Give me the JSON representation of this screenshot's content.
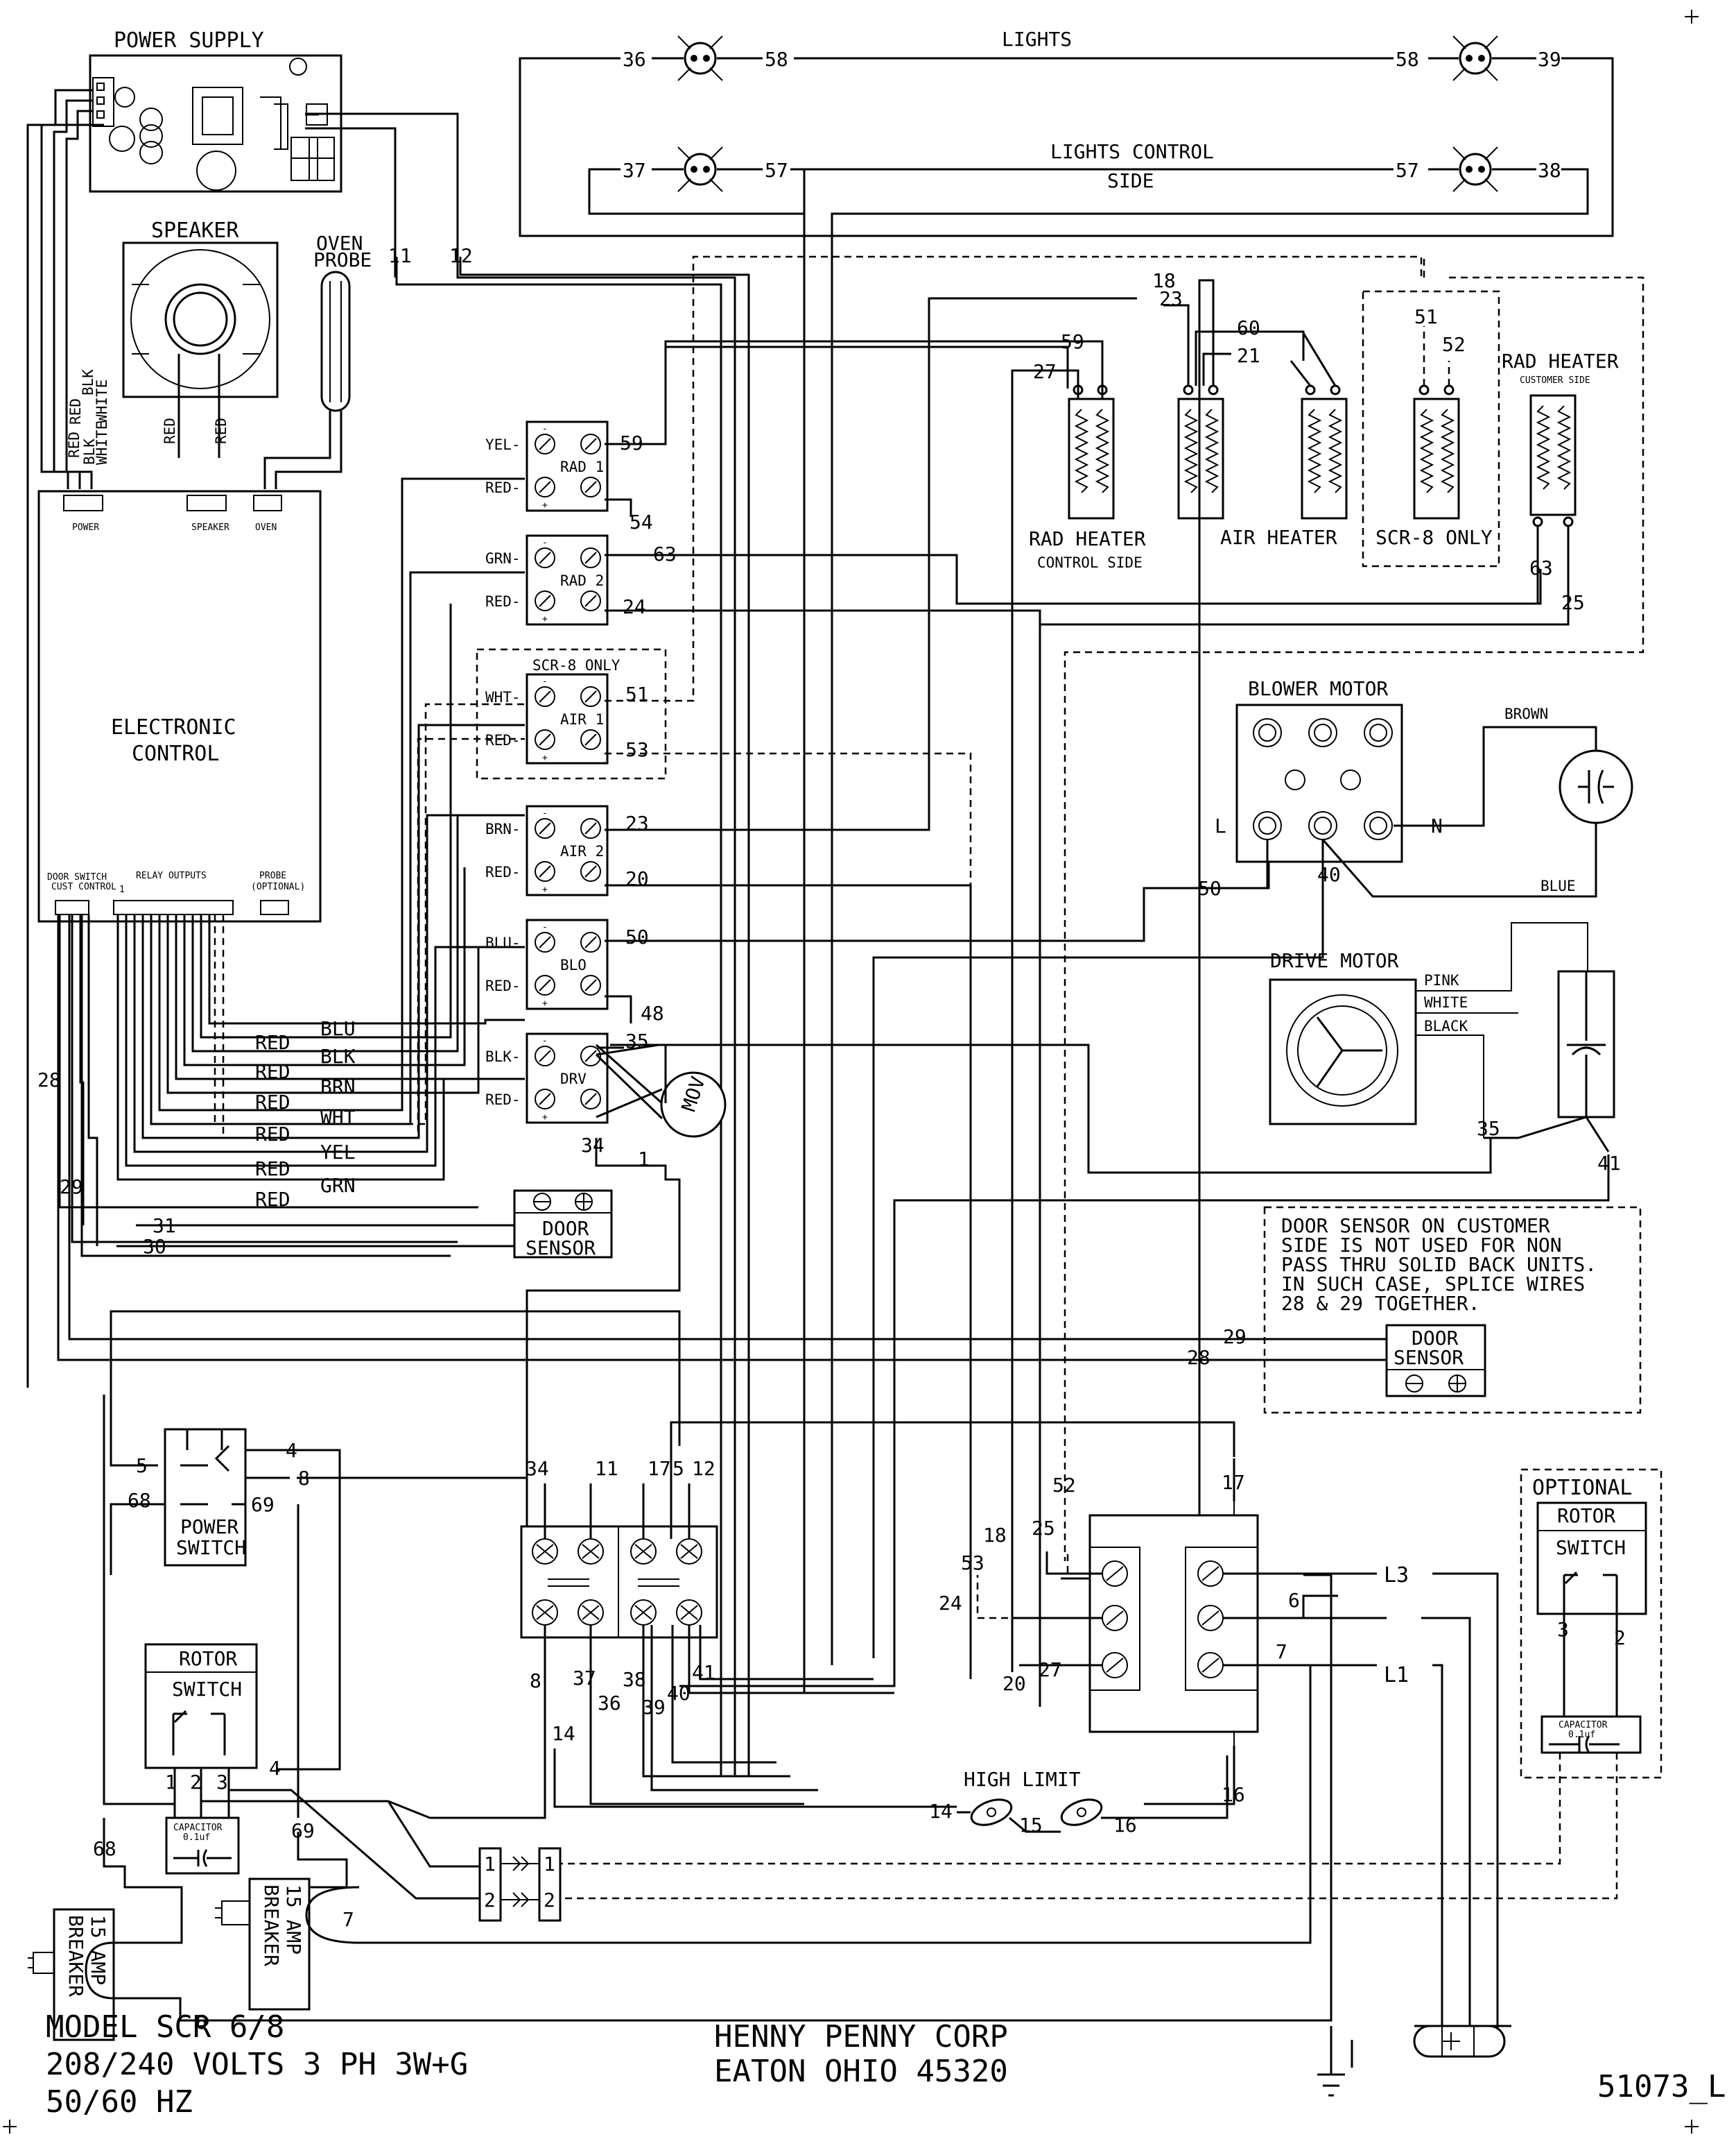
{
  "components": {
    "power_supply": "POWER SUPPLY",
    "speaker": "SPEAKER",
    "oven_probe": [
      "OVEN",
      "PROBE"
    ],
    "electronic_control": [
      "ELECTRONIC",
      "CONTROL"
    ],
    "control_connectors": {
      "power": "POWER",
      "speaker": "SPEAKER",
      "oven": "OVEN",
      "door_switch": [
        "DOOR SWITCH",
        "CUST CONTROL"
      ],
      "relay_outputs": "RELAY OUTPUTS",
      "probe": [
        "PROBE",
        "(OPTIONAL)"
      ],
      "pin1": "1"
    },
    "lights": "LIGHTS",
    "lights_control_side": [
      "LIGHTS CONTROL",
      "SIDE"
    ],
    "rad_heater_control": [
      "RAD HEATER",
      "CONTROL SIDE"
    ],
    "air_heater": "AIR HEATER",
    "scr8_only": "SCR-8 ONLY",
    "rad_heater_customer": [
      "RAD HEATER",
      "CUSTOMER SIDE"
    ],
    "blower_motor": "BLOWER MOTOR",
    "drive_motor": "DRIVE MOTOR",
    "mov": "MOV",
    "door_sensor": [
      "DOOR",
      "SENSOR"
    ],
    "door_note": [
      "DOOR SENSOR ON CUSTOMER",
      "SIDE IS NOT USED FOR NON",
      "PASS THRU SOLID BACK UNITS.",
      "IN SUCH CASE, SPLICE WIRES",
      "28 & 29 TOGETHER."
    ],
    "power_switch": [
      "POWER",
      "SWITCH"
    ],
    "rotor_switch": [
      "ROTOR",
      "SWITCH"
    ],
    "optional": "OPTIONAL",
    "capacitor": [
      "CAPACITOR",
      "0.1uf"
    ],
    "high_limit": "HIGH LIMIT",
    "breaker": [
      "15 AMP",
      "BREAKER"
    ],
    "scr8_only_box": "SCR-8 ONLY"
  },
  "relays": [
    {
      "name": "RAD 1",
      "in": [
        "YEL",
        "RED"
      ]
    },
    {
      "name": "RAD 2",
      "in": [
        "GRN",
        "RED"
      ]
    },
    {
      "name": "AIR 1",
      "in": [
        "WHT",
        "RED"
      ]
    },
    {
      "name": "AIR 2",
      "in": [
        "BRN",
        "RED"
      ]
    },
    {
      "name": "BLO",
      "in": [
        "BLU",
        "RED"
      ]
    },
    {
      "name": "DRV",
      "in": [
        "BLK",
        "RED"
      ]
    }
  ],
  "wire_colors": {
    "power_harness": [
      "RED",
      "BLK",
      "WHITE"
    ],
    "power_harness_lower": [
      "RED",
      "BLK",
      "WHITE"
    ],
    "speaker_harness": [
      "RED",
      "RED"
    ],
    "relay_harness": [
      "BLU",
      "RED",
      "BLK",
      "RED",
      "BRN",
      "RED",
      "WHT",
      "RED",
      "YEL",
      "RED",
      "GRN",
      "RED"
    ],
    "blower": [
      "BROWN",
      "BLUE"
    ],
    "drive": [
      "PINK",
      "WHITE",
      "BLACK"
    ]
  },
  "motor_terminals": {
    "line": "L",
    "neutral": "N"
  },
  "wire_numbers": {
    "lights": [
      "36",
      "58",
      "58",
      "39",
      "37",
      "57",
      "57",
      "38"
    ],
    "supply": [
      "11",
      "12"
    ],
    "heaters": [
      "27",
      "59",
      "23",
      "18",
      "60",
      "21",
      "51",
      "52",
      "63",
      "25"
    ],
    "relay_out": [
      "59",
      "54",
      "63",
      "24",
      "51",
      "53",
      "23",
      "20",
      "50",
      "48",
      "35",
      "34",
      "1"
    ],
    "blower": [
      "50",
      "40"
    ],
    "drive": [
      "35",
      "41"
    ],
    "left": [
      "28",
      "29",
      "31",
      "30"
    ],
    "door_sensor_right": [
      "29",
      "28"
    ],
    "power_switch": [
      "5",
      "68",
      "4",
      "8",
      "69"
    ],
    "terminal_block_top": [
      "34",
      "11",
      "17",
      "5",
      "12"
    ],
    "terminal_block_bottom": [
      "8",
      "37",
      "38",
      "41",
      "36",
      "39",
      "40"
    ],
    "misc": [
      "14",
      "4",
      "68",
      "69",
      "6",
      "7",
      "17",
      "16",
      "14",
      "15",
      "16"
    ],
    "contactor": [
      "52",
      "18",
      "25",
      "53",
      "24",
      "27",
      "20",
      "6",
      "7"
    ],
    "lines": [
      "L3",
      "L1"
    ],
    "rotor": [
      "1",
      "2",
      "3"
    ],
    "opt_rotor": [
      "3",
      "2"
    ],
    "plug": [
      "1",
      "1",
      "2",
      "2"
    ]
  },
  "footer": {
    "model": "MODEL SCR 6/8",
    "voltage": "208/240 VOLTS 3 PH 3W+G",
    "freq": "50/60 HZ",
    "company": "HENNY PENNY CORP",
    "city": "EATON OHIO 45320",
    "drawing_no": "51073_L"
  }
}
